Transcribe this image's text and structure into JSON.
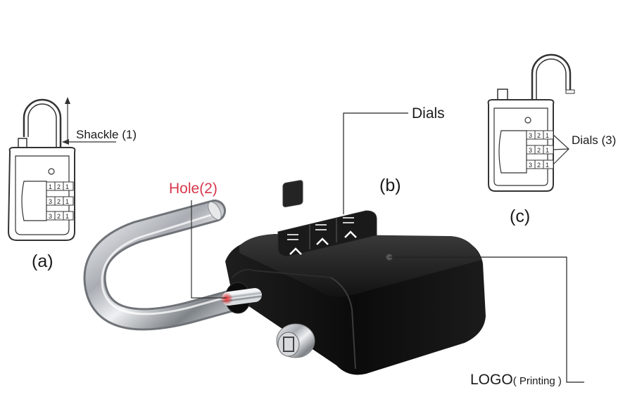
{
  "labels": {
    "dials": "Dials",
    "shackle": "Shackle (1)",
    "hole": "Hole(2)",
    "b": "(b)",
    "dials3": "Dials (3)",
    "c": "(c)",
    "a": "(a)",
    "logo": "LOGO",
    "logo_suffix": "( Printing )"
  },
  "dial_digits": {
    "small_row1": [
      "1",
      "2",
      "1"
    ],
    "small_row2": [
      "3",
      "2",
      "1"
    ],
    "small_row3": [
      "3",
      "2",
      "1"
    ]
  },
  "colors": {
    "hole_label": "#d6374a",
    "lock_body": "#111111",
    "shackle": "#c9ccd0",
    "line": "#222222"
  }
}
